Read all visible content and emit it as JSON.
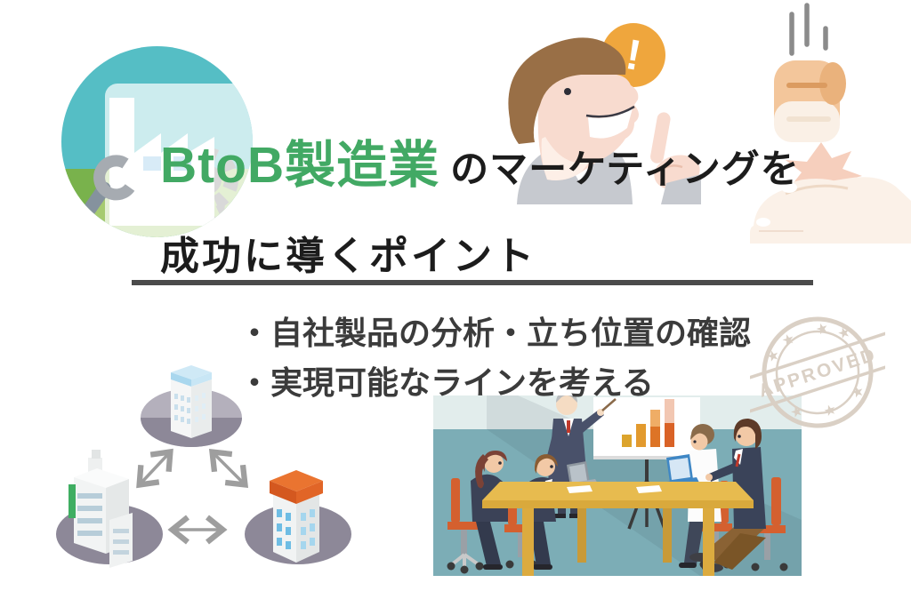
{
  "title": {
    "highlight": "BtoB製造業",
    "rest": "のマーケティングを",
    "line2": "成功に導くポイント"
  },
  "bullets": {
    "items": [
      "・自社製品の分析・立ち位置の確認",
      "・実現可能なラインを考える"
    ]
  },
  "stamp": {
    "text": "APPROVED"
  },
  "speech_bubble": {
    "glyph": "!"
  },
  "colors": {
    "accent_green": "#42a964",
    "headline_black": "#1c1c1c",
    "bullet_gray": "#3b3b3b",
    "divider_gray": "#4b4b4b",
    "bubble_orange": "#efa63d",
    "stamp_tan": "#d9cec2",
    "badge_teal": "#55bec5",
    "badge_grass": "#a6cb70",
    "ellipse_gray": "#8d8898",
    "wall_teal": "#7cadb6",
    "chair_orange": "#d4602f",
    "table_yellow": "#e7bb4f",
    "building_roof_orange": "#ea7430"
  },
  "illustrations": {
    "factory_badge": "factory-gear-wrench-circle-icon",
    "pointing_man": "man-pointing-up-with-exclamation-bubble",
    "fist_palm": "fist-hitting-open-palm",
    "company_network": "three-buildings-connected-by-arrows",
    "meeting": "business-meeting-presentation-with-bar-chart"
  }
}
